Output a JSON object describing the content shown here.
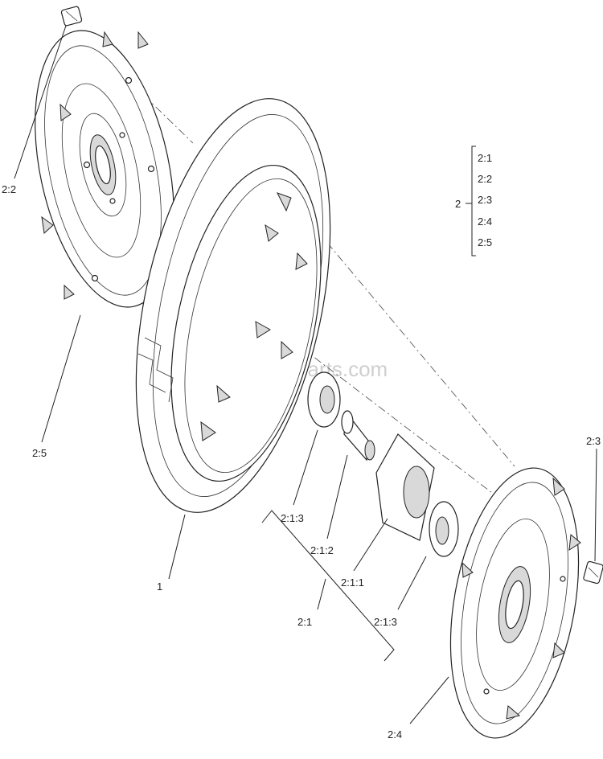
{
  "watermark": "ReplacementParts.com",
  "callouts": {
    "l_2_2": "2:2",
    "l_2_5": "2:5",
    "l_1": "1",
    "l_2_1_3a": "2:1:3",
    "l_2_1_2": "2:1:2",
    "l_2_1_1": "2:1:1",
    "l_2_1": "2:1",
    "l_2_1_3b": "2:1:3",
    "l_2_3": "2:3",
    "l_2_4": "2:4"
  },
  "legend": {
    "parent": "2",
    "children": [
      "2:1",
      "2:2",
      "2:3",
      "2:4",
      "2:5"
    ]
  }
}
